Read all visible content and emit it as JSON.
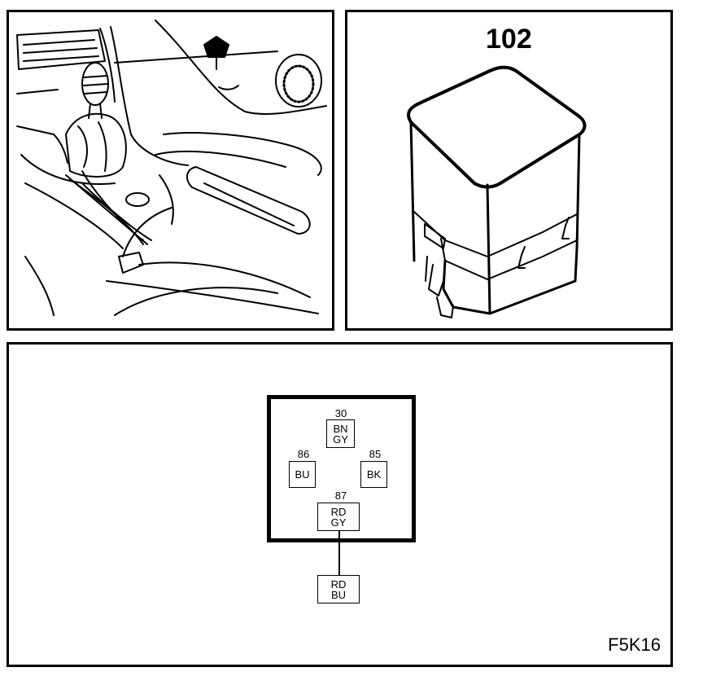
{
  "relay_view": {
    "number": "102"
  },
  "pinout": {
    "pins": [
      {
        "number": "30",
        "colors": [
          "BN",
          "GY"
        ]
      },
      {
        "number": "86",
        "colors": [
          "BU"
        ]
      },
      {
        "number": "85",
        "colors": [
          "BK"
        ]
      },
      {
        "number": "87",
        "colors": [
          "RD",
          "GY"
        ]
      }
    ],
    "connected_wire": {
      "colors": [
        "RD",
        "BU"
      ]
    }
  },
  "doc_code": "F5K16"
}
